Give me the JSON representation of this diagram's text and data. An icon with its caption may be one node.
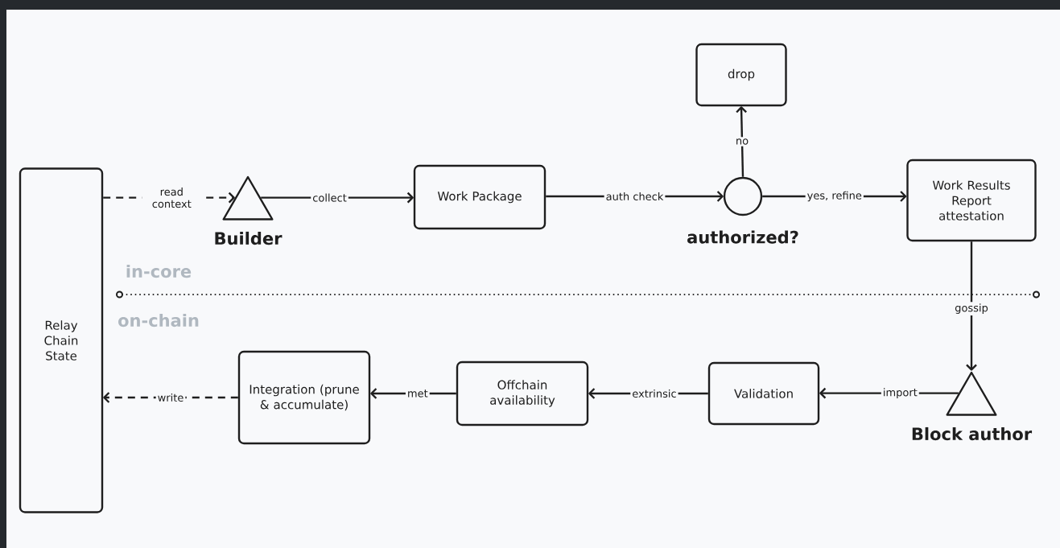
{
  "diagram": {
    "nodes": [
      {
        "text": [
          "Relay Chain State"
        ]
      },
      {
        "text": [
          "Builder"
        ]
      },
      {
        "text": [
          "Work Package"
        ]
      },
      {
        "text": [
          "authorized?"
        ]
      },
      {
        "text": [
          "drop"
        ]
      },
      {
        "text": [
          "Work Results Report attestation"
        ]
      },
      {
        "text": [
          "Block author"
        ]
      },
      {
        "text": [
          "Validation"
        ]
      },
      {
        "text": [
          "Offchain availability"
        ]
      },
      {
        "text": [
          "Integration (prune & accumulate)"
        ]
      }
    ],
    "edges": [
      {
        "from": 0,
        "to": 1,
        "arrow": "to",
        "label": "read context",
        "style": "dashed"
      },
      {
        "from": 1,
        "to": 2,
        "arrow": "to",
        "label": "collect"
      },
      {
        "from": 2,
        "to": 3,
        "arrow": "to",
        "label": "auth check"
      },
      {
        "from": 3,
        "to": 4,
        "arrow": "to",
        "label": "no"
      },
      {
        "from": 3,
        "to": 5,
        "arrow": "to",
        "label": "yes, refine"
      },
      {
        "from": 5,
        "to": 6,
        "arrow": "to",
        "label": "gossip"
      },
      {
        "from": 6,
        "to": 7,
        "arrow": "to",
        "label": "import"
      },
      {
        "from": 7,
        "to": 8,
        "arrow": "to",
        "label": "extrinsic"
      },
      {
        "from": 8,
        "to": 9,
        "arrow": "to",
        "label": "met"
      },
      {
        "from": 9,
        "to": 0,
        "arrow": "to",
        "label": "write",
        "style": "dashed"
      }
    ],
    "labels": [
      "in-core",
      "on-chain"
    ]
  }
}
